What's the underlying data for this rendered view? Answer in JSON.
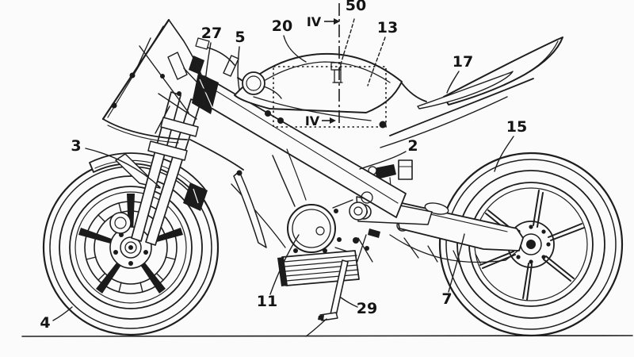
{
  "figure": {
    "background_color": "#fbfbfb",
    "line_color": "#1e1e1e",
    "label_color": "#141414"
  },
  "section_marker": {
    "top_instance": "IV",
    "inner_instance": "IV"
  },
  "labels": {
    "l20": "20",
    "l50": "50",
    "l13": "13",
    "l27": "27",
    "l5": "5",
    "l17": "17",
    "l3": "3",
    "l2": "2",
    "l15": "15",
    "l11": "11",
    "l29": "29",
    "l7": "7",
    "l4": "4"
  }
}
